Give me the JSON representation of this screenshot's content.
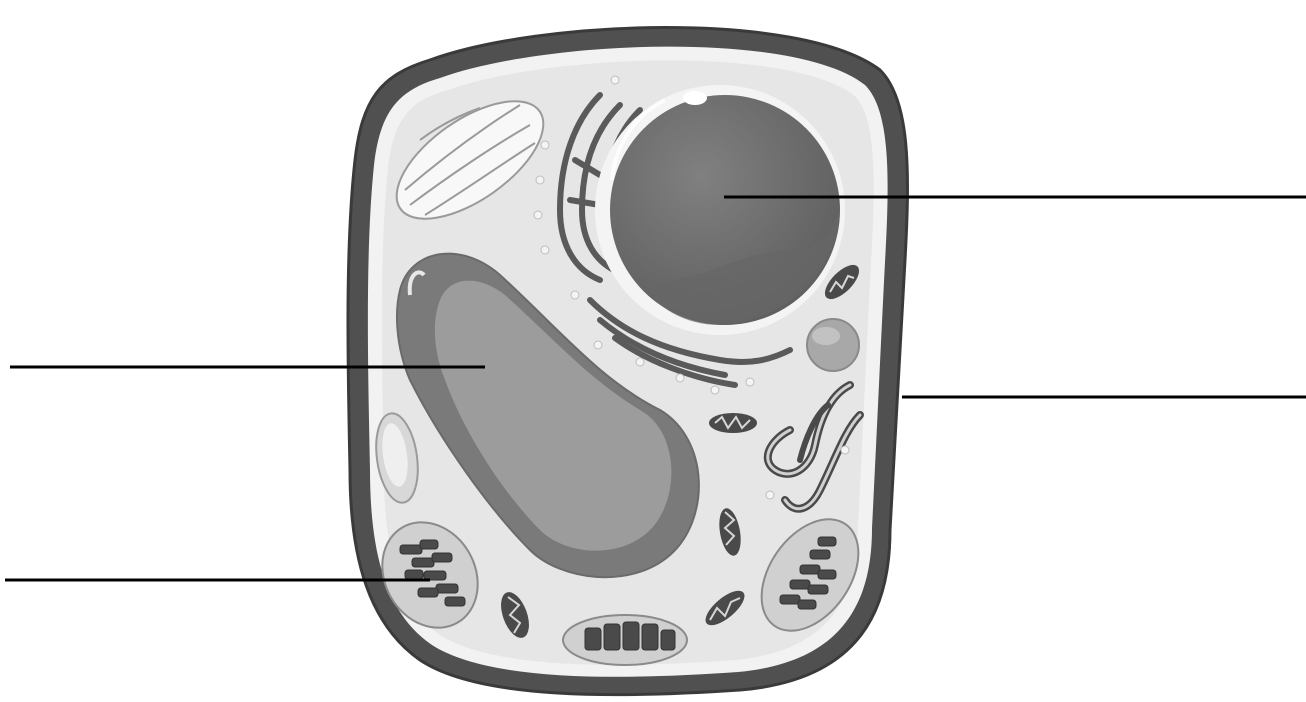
{
  "diagram": {
    "subject": "plant cell",
    "style": "grayscale",
    "labels": [
      {
        "target": "nucleus",
        "text": ""
      },
      {
        "target": "vacuole",
        "text": ""
      },
      {
        "target": "cell-wall",
        "text": ""
      },
      {
        "target": "chloroplast",
        "text": ""
      }
    ],
    "colors": {
      "background": "#ffffff",
      "cell_wall": "#505050",
      "cell_membrane": "#f2f2f2",
      "cytoplasm": "#e6e6e6",
      "nucleus": "#6e6e6e",
      "vacuole_outer": "#7a7a7a",
      "vacuole_inner": "#9c9c9c",
      "organelle_dark": "#4a4a4a",
      "organelle_light": "#cfcfcf",
      "leader_line": "#000000"
    }
  }
}
